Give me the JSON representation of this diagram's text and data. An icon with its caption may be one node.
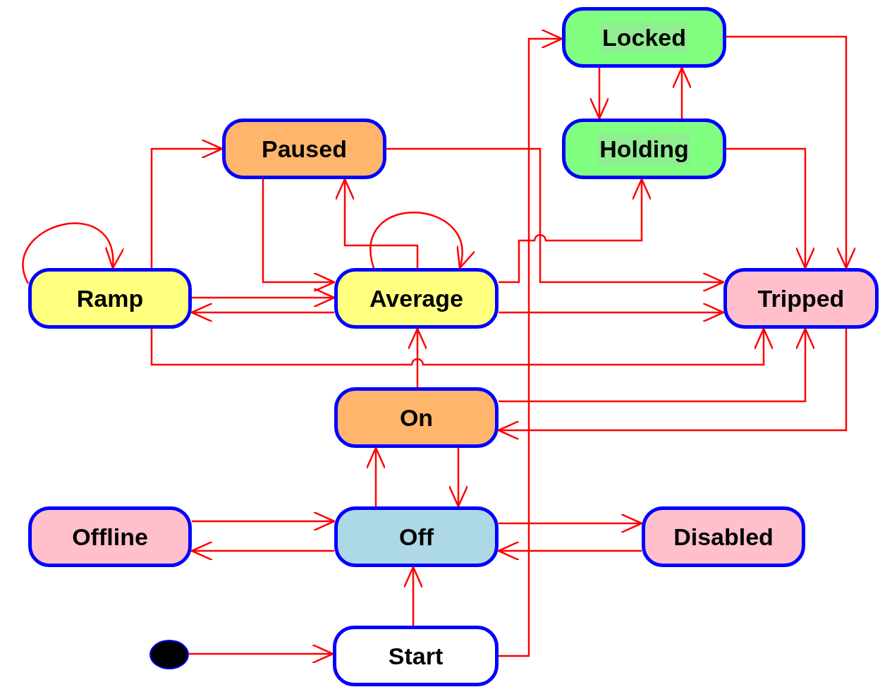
{
  "diagram": {
    "nodes": [
      {
        "text": [
          "Locked"
        ]
      },
      {
        "text": [
          "Paused"
        ]
      },
      {
        "text": [
          "Holding"
        ]
      },
      {
        "text": [
          "Ramp"
        ]
      },
      {
        "text": [
          "Average"
        ]
      },
      {
        "text": [
          "Tripped"
        ]
      },
      {
        "text": [
          "On"
        ]
      },
      {
        "text": [
          "Offline"
        ]
      },
      {
        "text": [
          "Off"
        ]
      },
      {
        "text": [
          "Disabled"
        ]
      },
      {
        "text": [],
        "shape": "circle"
      },
      {
        "text": [
          "Start"
        ]
      }
    ],
    "edges": [
      {
        "from": 3,
        "to": 1,
        "arrow": "to"
      },
      {
        "from": 3,
        "to": 3,
        "arrow": "to"
      },
      {
        "from": 3,
        "to": 4,
        "arrow": "to"
      },
      {
        "from": 4,
        "to": 3,
        "arrow": "to"
      },
      {
        "from": 3,
        "to": 5,
        "arrow": "to"
      },
      {
        "from": 1,
        "to": 4,
        "arrow": "to"
      },
      {
        "from": 1,
        "to": 5,
        "arrow": "to"
      },
      {
        "from": 4,
        "to": 1,
        "arrow": "to"
      },
      {
        "from": 4,
        "to": 4,
        "arrow": "to"
      },
      {
        "from": 4,
        "to": 2,
        "arrow": "to"
      },
      {
        "from": 4,
        "to": 5,
        "arrow": "to"
      },
      {
        "from": 6,
        "to": 4,
        "arrow": "to"
      },
      {
        "from": 6,
        "to": 5,
        "arrow": "to"
      },
      {
        "from": 5,
        "to": 6,
        "arrow": "to"
      },
      {
        "from": 0,
        "to": 2,
        "arrow": "to"
      },
      {
        "from": 2,
        "to": 0,
        "arrow": "to"
      },
      {
        "from": 0,
        "to": 5,
        "arrow": "to"
      },
      {
        "from": 2,
        "to": 5,
        "arrow": "to"
      },
      {
        "from": 8,
        "to": 6,
        "arrow": "to"
      },
      {
        "from": 6,
        "to": 8,
        "arrow": "to"
      },
      {
        "from": 7,
        "to": 8,
        "arrow": "to"
      },
      {
        "from": 8,
        "to": 7,
        "arrow": "to"
      },
      {
        "from": 8,
        "to": 9,
        "arrow": "to"
      },
      {
        "from": 9,
        "to": 8,
        "arrow": "to"
      },
      {
        "from": 11,
        "to": 8,
        "arrow": "to"
      },
      {
        "from": 11,
        "to": 0,
        "arrow": "to"
      },
      {
        "from": 10,
        "to": 11,
        "arrow": "to"
      }
    ]
  }
}
